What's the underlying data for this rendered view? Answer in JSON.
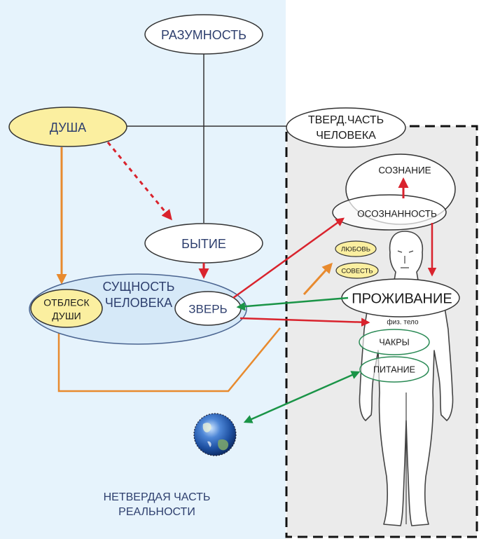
{
  "colors": {
    "left_region_bg": "#e6f3fc",
    "right_region_bg": "#ebebeb",
    "soul_fill": "#fbefa0",
    "essence_fill": "#d6e9f8",
    "red_arrow": "#d9232d",
    "orange_arrow": "#e88a2e",
    "green_arrow": "#1a9447",
    "connector_line": "#333333",
    "text_blue": "#2e3f6e"
  },
  "nodes": {
    "razumnost": "РАЗУМНОСТЬ",
    "dusha": "ДУША",
    "tverd_line1": "ТВЕРД.ЧАСТЬ",
    "tverd_line2": "ЧЕЛОВЕКА",
    "soznanie": "СОЗНАНИЕ",
    "osoznannost": "ОСОЗНАННОСТЬ",
    "bytie": "БЫТИЕ",
    "sushnost_line1": "СУЩНОСТЬ",
    "sushnost_line2": "ЧЕЛОВЕКА",
    "otblesk_line1": "ОТБЛЕСК",
    "otblesk_line2": "ДУШИ",
    "zver": "ЗВЕРЬ",
    "lubov": "ЛЮБОВЬ",
    "sovest": "СОВЕСТЬ",
    "prozhivanie": "ПРОЖИВАНИЕ",
    "fiz_telo": "физ. тело",
    "chakry": "ЧАКРЫ",
    "pitanie": "ПИТАНИЕ"
  },
  "region_label": {
    "line1": "НЕТВЕРДАЯ ЧАСТЬ",
    "line2": "РЕАЛЬНОСТИ"
  },
  "icons": {
    "earth": "earth-globe-icon",
    "human": "human-figure-icon"
  }
}
